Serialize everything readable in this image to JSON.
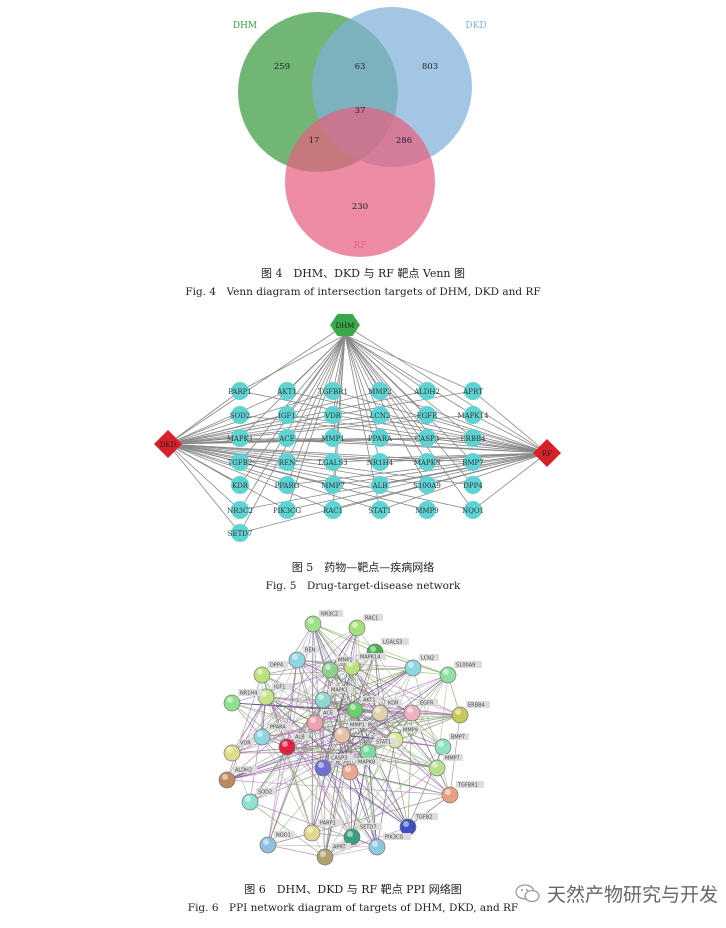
{
  "fig4": {
    "sets": [
      {
        "name": "DHM",
        "color": "#3c9a40"
      },
      {
        "name": "DKD",
        "color": "#7fb0db"
      },
      {
        "name": "RF",
        "color": "#e8607f"
      }
    ],
    "regions": {
      "dhm_only": "259",
      "dhm_dkd": "63",
      "dkd_only": "803",
      "all": "37",
      "dhm_rf": "17",
      "dkd_rf": "286",
      "rf_only": "230"
    },
    "caption_cn": "图 4　DHM、DKD 与 RF 靶点 Venn 图",
    "caption_en": "Fig. 4　Venn diagram of intersection targets of DHM, DKD and RF"
  },
  "fig5": {
    "hub_top": "DHM",
    "hub_left": "DKD",
    "hub_right": "RF",
    "hub_colors": {
      "drug": "#3aa84a",
      "disease": "#d8202b",
      "target": "#5fd3d3"
    },
    "targets": [
      [
        "PARP1",
        "AKT1",
        "TGFBR1",
        "MMP2",
        "ALDH2",
        "APRT"
      ],
      [
        "SOD2",
        "IGF1",
        "VDR",
        "LCN2",
        "EGFR",
        "MAPK14"
      ],
      [
        "MAPK1",
        "ACE",
        "MMP1",
        "PPARA",
        "CASP3",
        "ERBB4"
      ],
      [
        "TGFB2",
        "REN",
        "LGALS3",
        "NR1H4",
        "MAPK8",
        "BMP7"
      ],
      [
        "KDR",
        "PPARG",
        "MMP7",
        "ALB",
        "S100A9",
        "DPP4"
      ],
      [
        "NR3C2",
        "PIK3CG",
        "RAC1",
        "STAT1",
        "MMP9",
        "NQO1"
      ],
      [
        "SETD7"
      ]
    ],
    "caption_cn": "图 5　药物—靶点—疾病网络",
    "caption_en": "Fig. 5　Drug-target-disease network"
  },
  "fig6": {
    "nodes": [
      "NR3C2",
      "RAC1",
      "LGALS3",
      "LCN2",
      "S100A9",
      "REN",
      "DPP4",
      "NR1H4",
      "ERBB4",
      "PPARA",
      "VDR",
      "ALDH2",
      "SOD2",
      "NQO1",
      "APRT",
      "PARP1",
      "SETD7",
      "PIK3CG",
      "TGFB2",
      "TGFBR1",
      "BMP7",
      "MMP7",
      "MMP2",
      "MAPK14",
      "MAPK1",
      "AKT1",
      "KDR",
      "EGFR",
      "IGF1",
      "ACE",
      "MMP1",
      "MMP9",
      "STAT1",
      "ALB",
      "CASP3",
      "MAPK8"
    ],
    "caption_cn": "图 6　DHM、DKD 与 RF 靶点 PPI 网络图",
    "caption_en": "Fig. 6　PPI network diagram of targets of DHM, DKD, and RF"
  },
  "watermark": "天然产物研究与开发"
}
